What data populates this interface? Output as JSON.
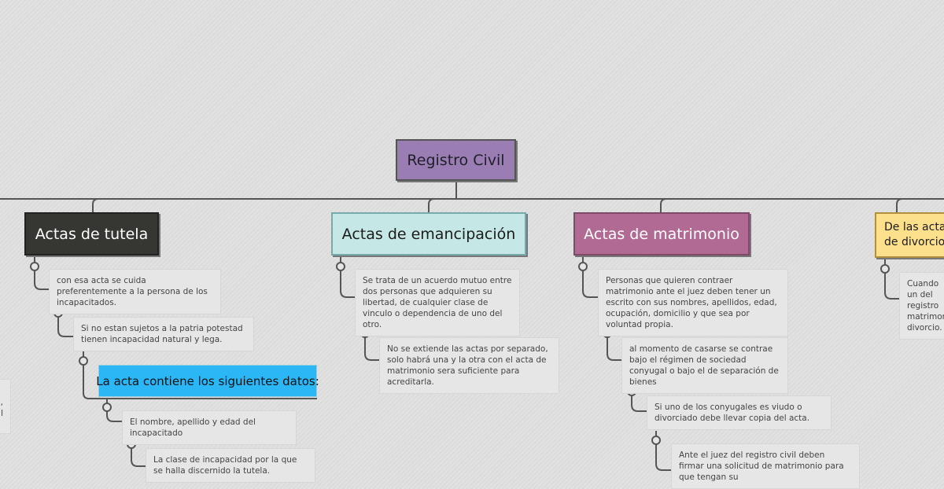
{
  "root": {
    "label": "Registro Civil"
  },
  "branches": [
    {
      "label": "Actas de tutela",
      "notes": [
        "con esa acta se cuida preferentemente a la persona de los incapacitados.",
        "Si no estan sujetos a la patria potestad tienen incapacidad natural y lega."
      ],
      "subtopic": {
        "label": "La acta contiene los siguientes datos:",
        "notes": [
          "El nombre, apellido y edad del incapacitado",
          "La clase de incapacidad por la que se halla discernido la tutela."
        ]
      }
    },
    {
      "label": "Actas de emancipación",
      "notes": [
        "Se trata de un acuerdo mutuo entre dos personas que adquieren su libertad, de cualquier clase de vinculo o dependencia de uno del otro.",
        "No se extiende las actas por separado, solo habrá una y la otra con el acta de matrimonio sera suficiente para acreditarla."
      ]
    },
    {
      "label": "Actas de matrimonio",
      "notes": [
        "Personas que quieren contraer matrimonio ante el juez deben tener un escrito con sus nombres, apellidos, edad, ocupación, domicilio y que sea por voluntad propia.",
        "al momento de casarse se contrae bajo el régimen de sociedad conyugal o bajo el de separación de bienes",
        "Si uno de los conyugales es viudo o divorciado debe llevar copia del acta.",
        "Ante el juez del registro civil deben firmar una solicitud de matrimonio para que tengan su"
      ]
    },
    {
      "label": "De las actas de divorcio",
      "notes": [
        "Cuando un del registro matrimonio divorcio."
      ]
    }
  ],
  "offscreen_note": {
    "fragment": "a,\nl"
  }
}
